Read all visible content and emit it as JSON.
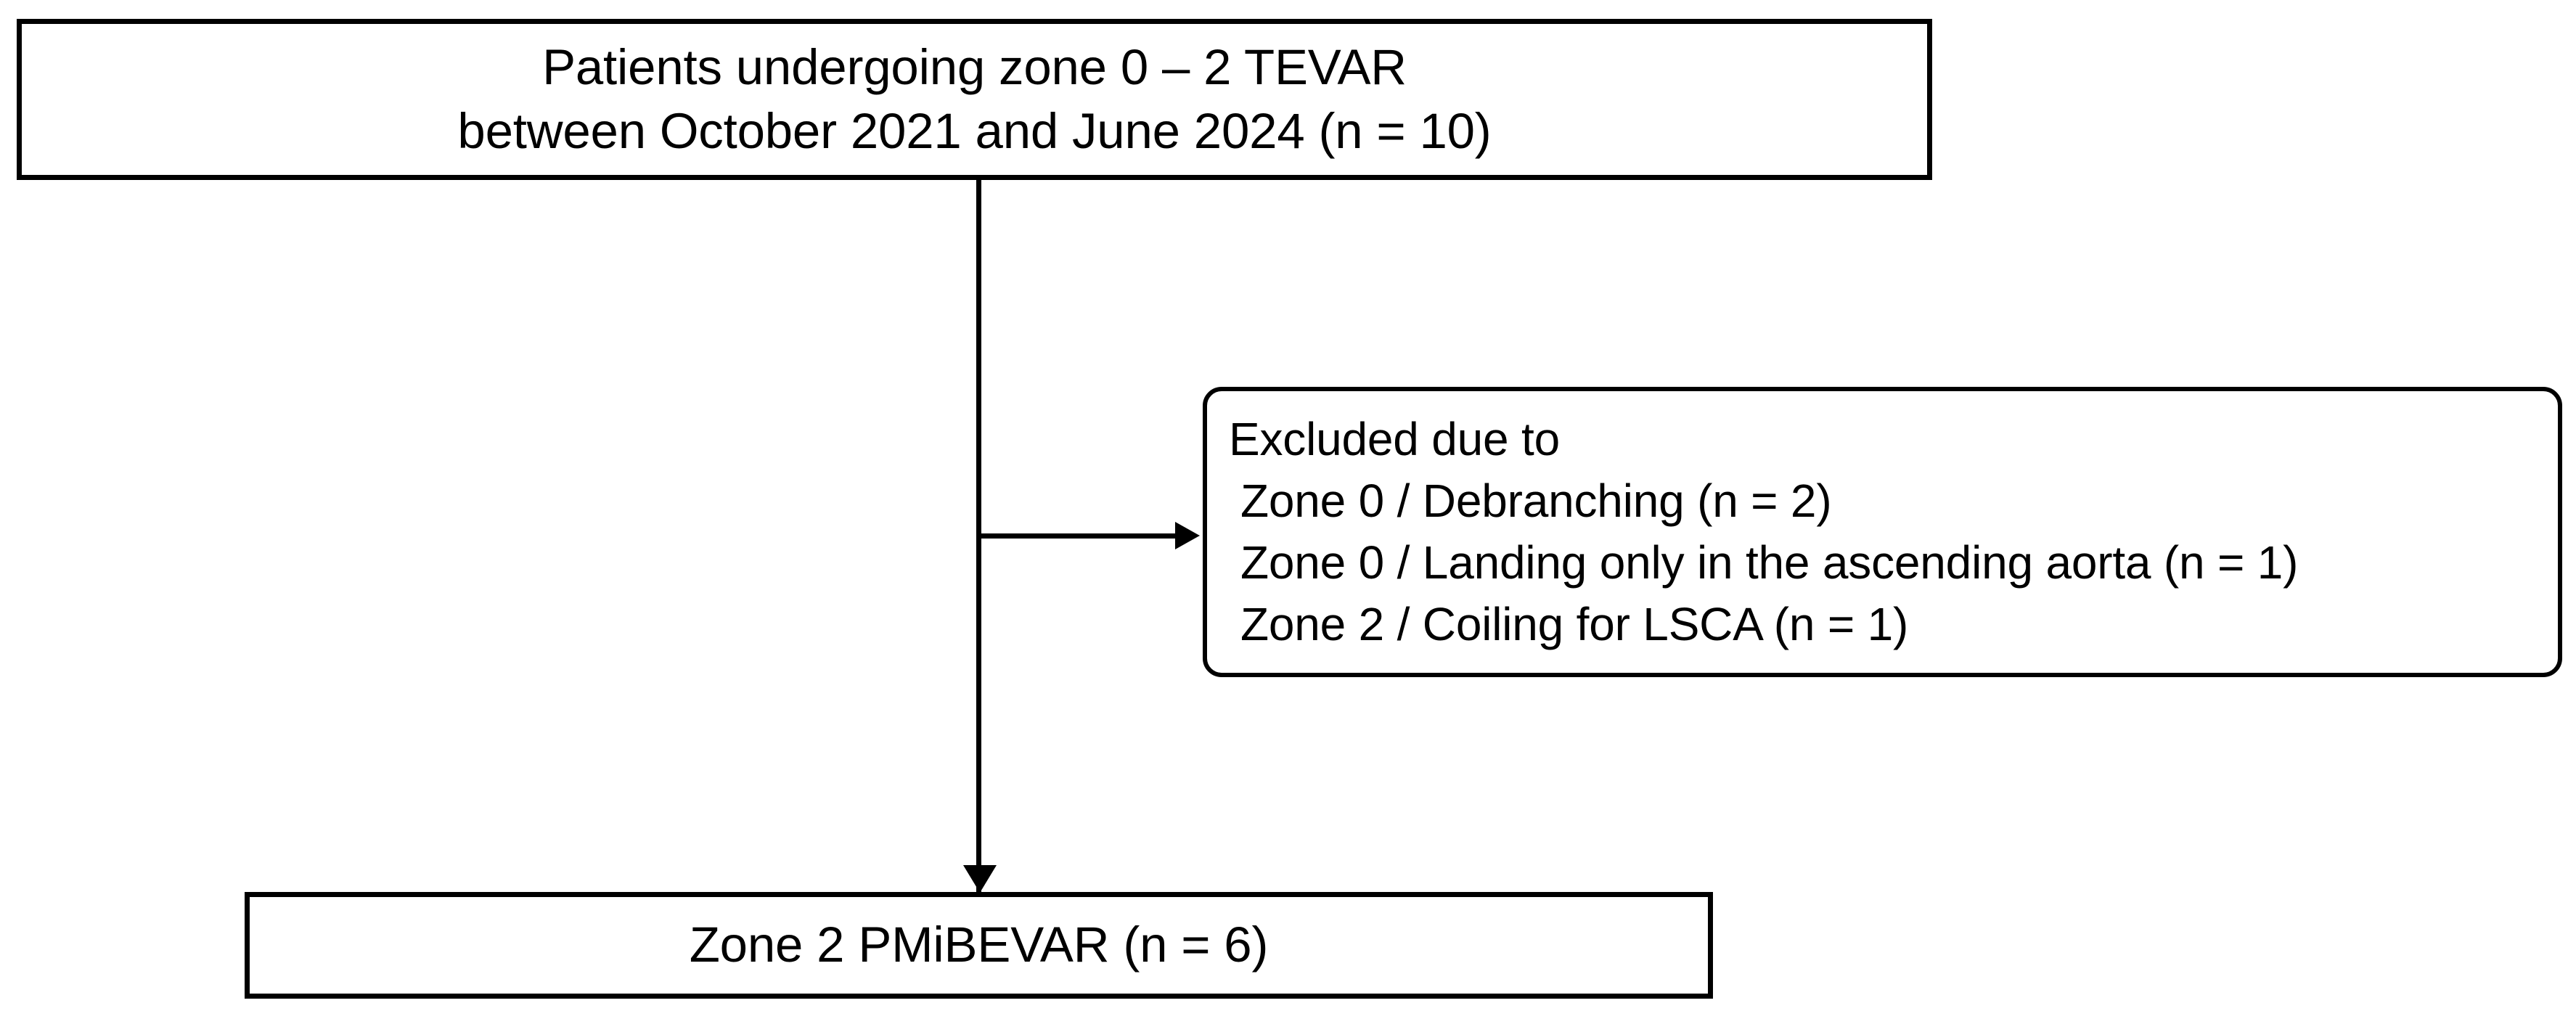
{
  "diagram": {
    "type": "study-flow-chart",
    "nodes": {
      "cohort": {
        "shape": "rectangle",
        "lines": [
          "Patients undergoing zone 0 – 2 TEVAR",
          "between October 2021 and June 2024 (n = 10)"
        ],
        "count": 10
      },
      "excluded": {
        "shape": "rounded-rectangle",
        "heading": "Excluded due to",
        "reasons": [
          "Zone 0 / Debranching (n = 2)",
          "Zone 0 / Landing only in the ascending aorta (n = 1)",
          "Zone 2 / Coiling for LSCA (n = 1)"
        ],
        "counts": [
          2,
          1,
          1
        ]
      },
      "outcome": {
        "shape": "rectangle",
        "lines": [
          "Zone 2 PMiBEVAR (n = 6)"
        ],
        "count": 6
      }
    },
    "connectors": {
      "trunk": "vertical-arrow-cohort-to-outcome",
      "branch": "horizontal-arrow-to-excluded"
    },
    "colors": {
      "stroke": "#000000",
      "fill": "#ffffff",
      "text": "#000000"
    }
  }
}
